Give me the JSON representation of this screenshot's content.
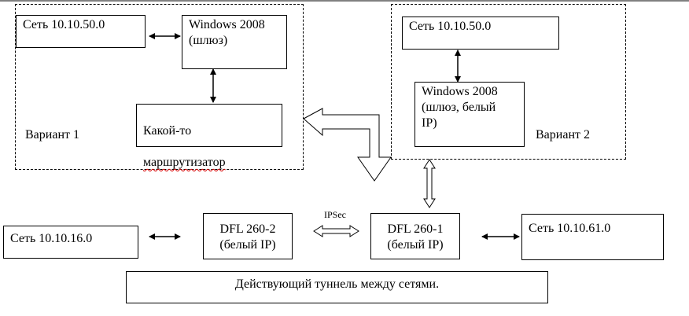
{
  "regions": {
    "variant1": {
      "label": "Вариант 1"
    },
    "variant2": {
      "label": "Вариант 2"
    }
  },
  "nodes": {
    "v1_network": "Сеть 10.10.50.0",
    "v1_gateway": "Windows 2008\n(шлюз)",
    "v1_router_line1": "Какой-то",
    "v1_router_line2": "маршрутизатор",
    "v2_network": "Сеть 10.10.50.0",
    "v2_gateway": "Windows 2008\n(шлюз, белый\nIP)",
    "net_16": "Сеть 10.10.16.0",
    "dfl_2": "DFL 260-2\n(белый IP)",
    "dfl_1": "DFL 260-1\n(белый IP)",
    "net_61": "Сеть 10.10.61.0"
  },
  "link_labels": {
    "ipsec": "IPSec"
  },
  "caption": "Действующий туннель между сетями."
}
